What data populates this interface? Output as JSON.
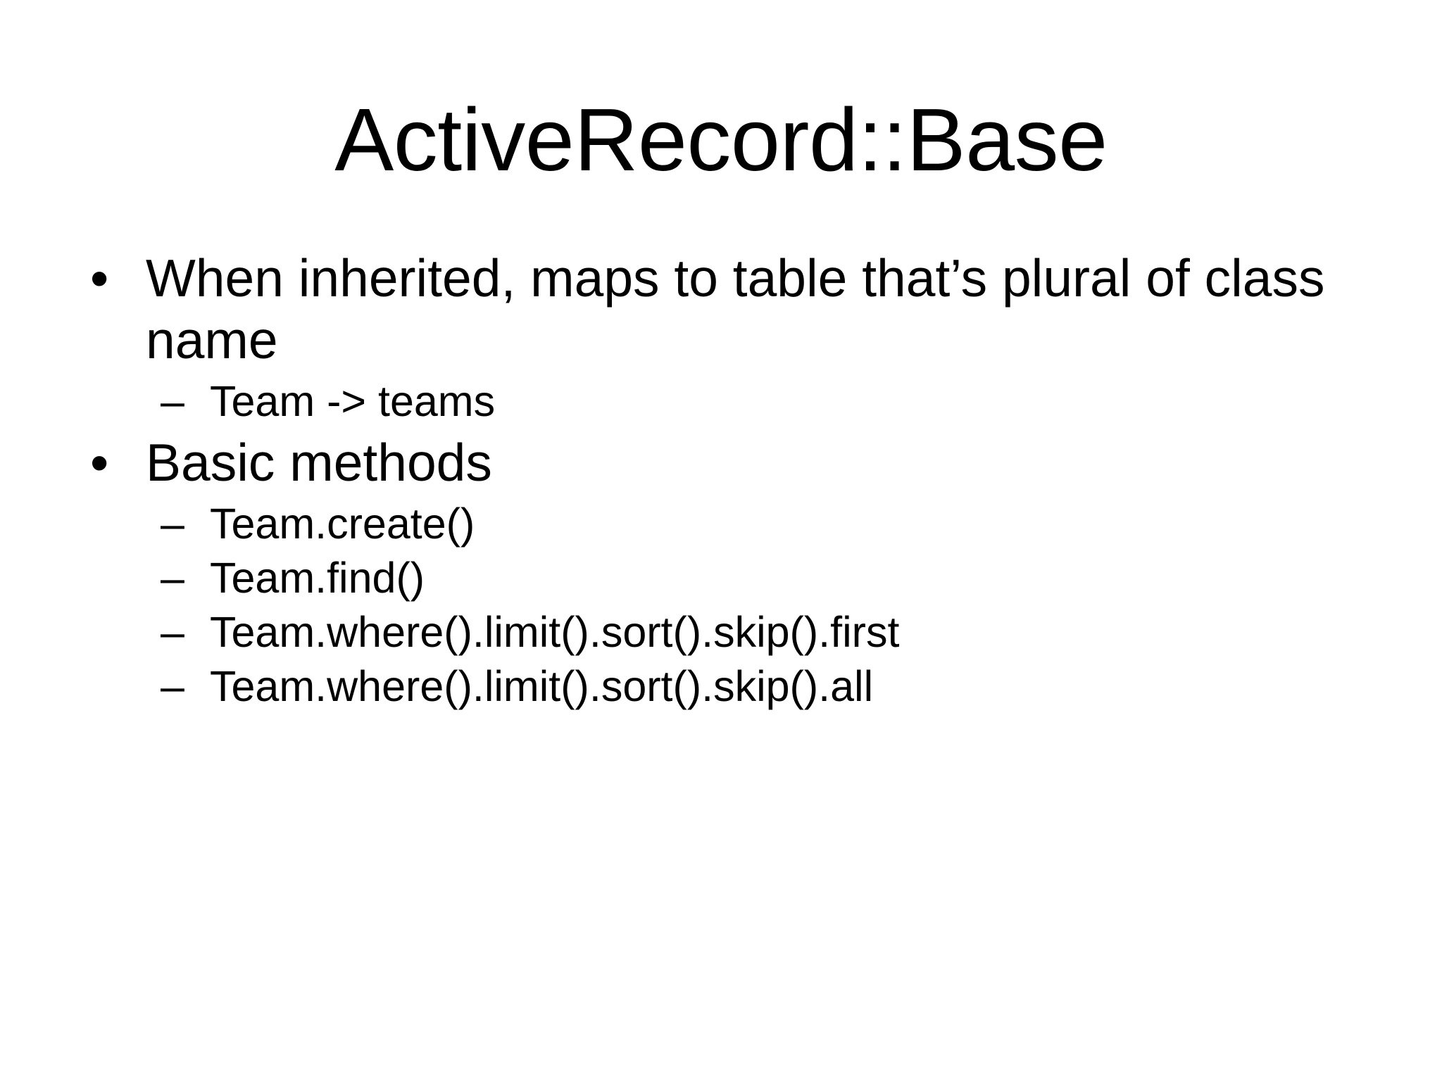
{
  "slide": {
    "background_color": "#FFFFFF",
    "text_color": "#000000",
    "title": "ActiveRecord::Base",
    "bullet_glyph_level1": "•",
    "bullet_glyph_level2": "–",
    "content": [
      {
        "level": 1,
        "text": "When inherited, maps to table that’s plural of class name",
        "children": [
          {
            "level": 2,
            "text": "Team -> teams"
          }
        ]
      },
      {
        "level": 1,
        "text": "Basic methods",
        "children": [
          {
            "level": 2,
            "text": "Team.create()"
          },
          {
            "level": 2,
            "text": "Team.find()"
          },
          {
            "level": 2,
            "text": "Team.where().limit().sort().skip().first"
          },
          {
            "level": 2,
            "text": "Team.where().limit().sort().skip().all"
          }
        ]
      }
    ]
  }
}
